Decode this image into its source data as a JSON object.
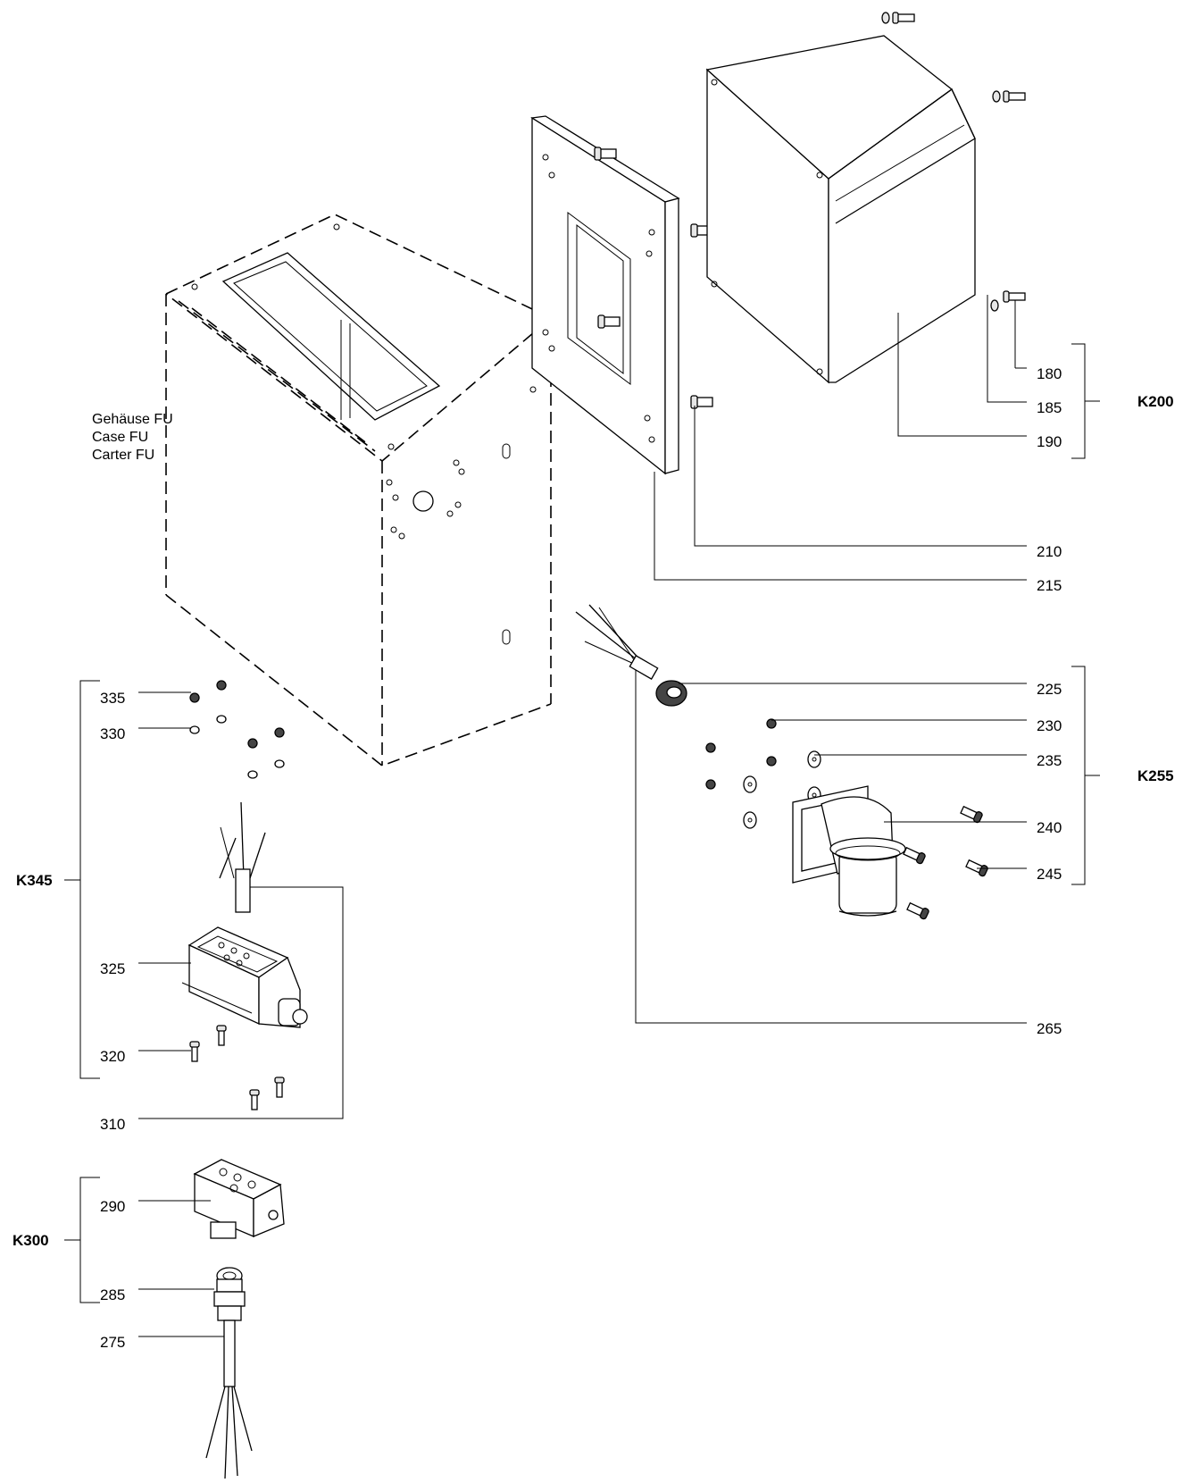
{
  "case_caption": [
    "Gehäuse FU",
    "Case FU",
    "Carter FU"
  ],
  "groups": {
    "k200": "K200",
    "k255": "K255",
    "k345": "K345",
    "k300": "K300"
  },
  "parts": {
    "p180": "180",
    "p185": "185",
    "p190": "190",
    "p210": "210",
    "p215": "215",
    "p225": "225",
    "p230": "230",
    "p235": "235",
    "p240": "240",
    "p245": "245",
    "p265": "265",
    "p335": "335",
    "p330": "330",
    "p325": "325",
    "p320": "320",
    "p310": "310",
    "p290": "290",
    "p285": "285",
    "p275": "275"
  }
}
